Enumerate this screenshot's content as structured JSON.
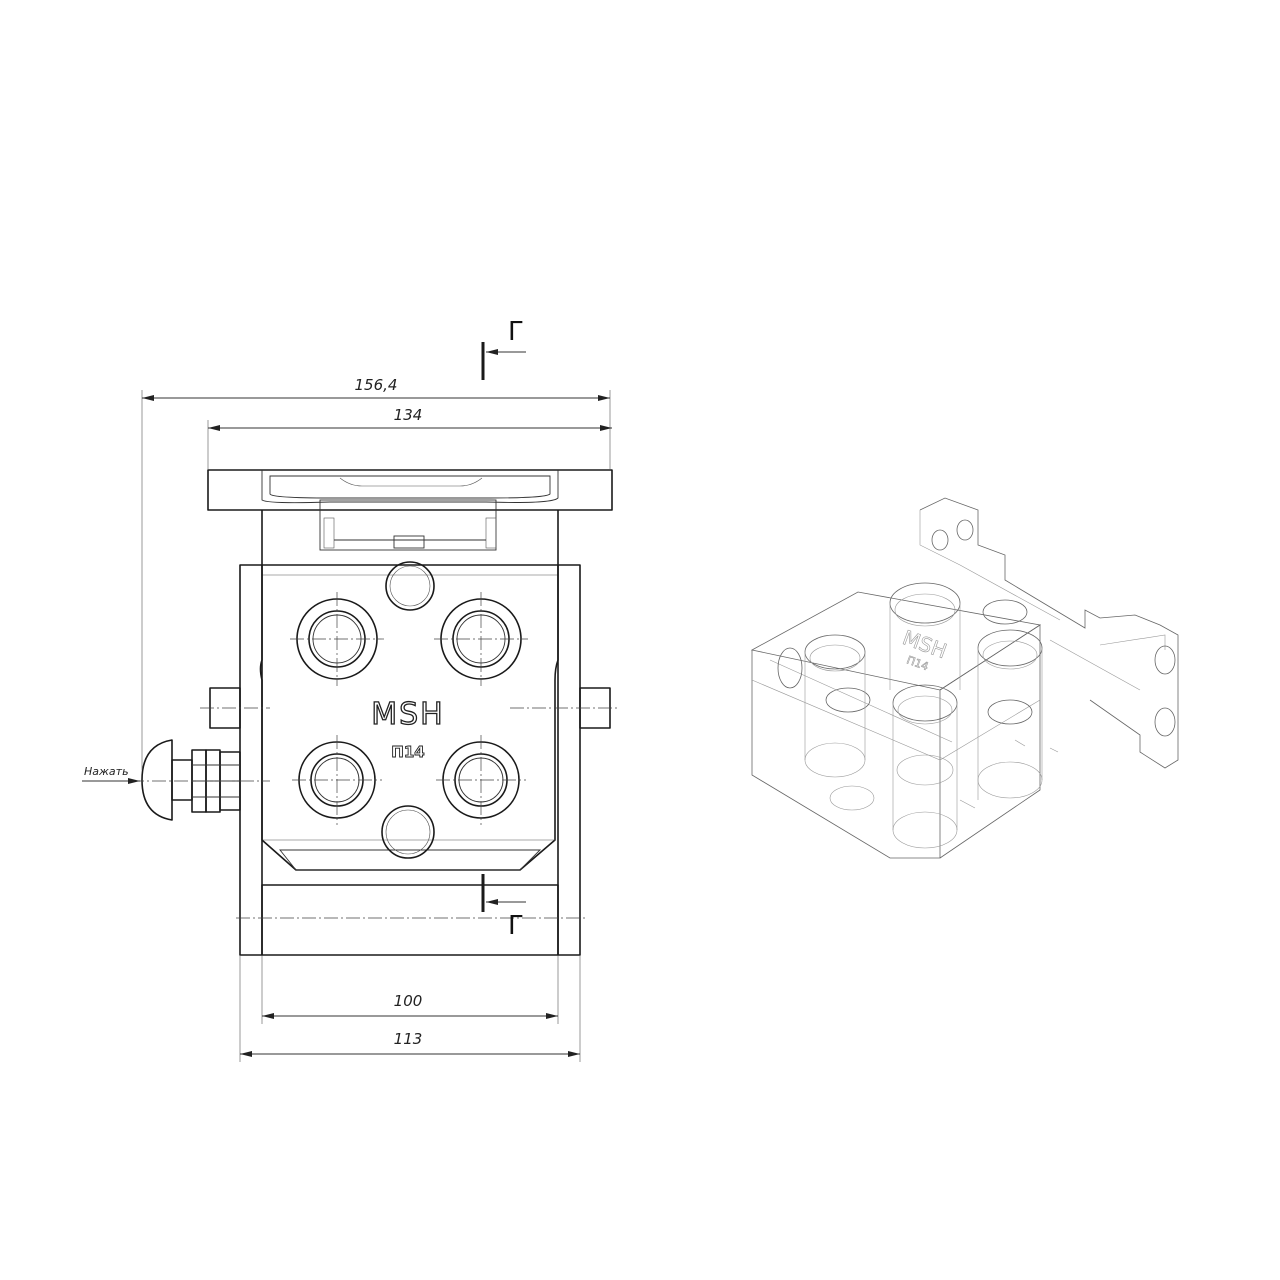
{
  "dimensions": {
    "overall_width": "156,4",
    "body_width": "134",
    "inner_width": "100",
    "base_width": "113"
  },
  "section_marks": {
    "top": "Г",
    "bottom": "Г"
  },
  "press_label": "Нажать",
  "logo_text": "MSH",
  "model_text": "П14",
  "iso_logo_text": "MSH",
  "iso_model_text": "П14"
}
